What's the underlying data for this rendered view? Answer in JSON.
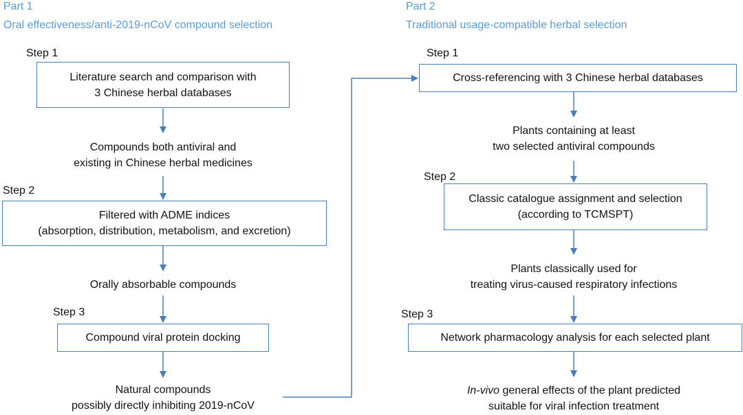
{
  "part1": {
    "label": "Part 1",
    "title": "Oral effectiveness/anti-2019-nCoV compound selection",
    "step1": "Step 1",
    "box1": [
      "Literature search and comparison with",
      "3 Chinese herbal  databases"
    ],
    "out1": [
      "Compounds both antiviral and",
      "existing in Chinese herbal medicines"
    ],
    "step2": "Step 2",
    "box2": [
      "Filtered with ADME indices",
      "(absorption, distribution, metabolism, and excretion)"
    ],
    "out2": "Orally absorbable compounds",
    "step3": "Step 3",
    "box3": "Compound viral protein docking",
    "out3": [
      "Natural compounds",
      "possibly directly inhibiting 2019-nCoV"
    ]
  },
  "part2": {
    "label": "Part 2",
    "title": "Traditional usage-compatible herbal selection",
    "step1": "Step 1",
    "box1": "Cross-referencing with 3 Chinese herbal databases",
    "out1": [
      "Plants containing at least",
      "two selected antiviral compounds"
    ],
    "step2": "Step 2",
    "box2": [
      "Classic catalogue assignment and selection",
      "(according to TCMSPT)"
    ],
    "out2": [
      "Plants classically used for",
      "treating virus-caused respiratory infections"
    ],
    "step3": "Step 3",
    "box3": "Network pharmacology analysis for each selected plant",
    "out3_italic": "In-vivo",
    "out3_line1_rest": " general effects  of the plant predicted",
    "out3_line2": "suitable for viral infection treatment"
  },
  "colors": {
    "accent": "#5b9bd5",
    "box_border": "#4a7ebb"
  }
}
